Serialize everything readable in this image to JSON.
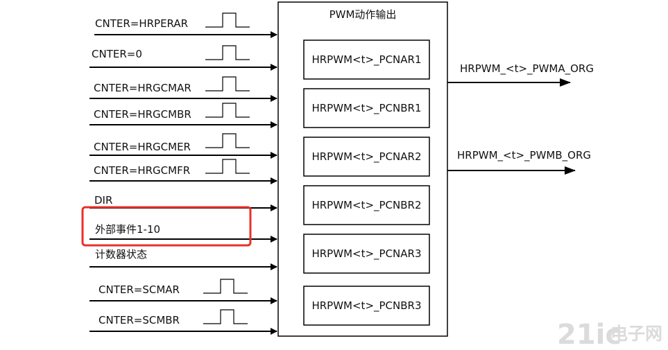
{
  "title": "PWM动作输出",
  "inputs": [
    {
      "label": "CNTER=HRPERAR",
      "pulse": true
    },
    {
      "label": "CNTER=0",
      "pulse": true
    },
    {
      "label": "CNTER=HRGCMAR",
      "pulse": true
    },
    {
      "label": "CNTER=HRGCMBR",
      "pulse": true
    },
    {
      "label": "CNTER=HRGCMER",
      "pulse": true
    },
    {
      "label": "CNTER=HRGCMFR",
      "pulse": true
    },
    {
      "label": "DIR",
      "pulse": false
    },
    {
      "label": "外部事件1-10",
      "pulse": false
    },
    {
      "label": "计数器状态",
      "pulse": false
    },
    {
      "label": "CNTER=SCMAR",
      "pulse": true
    },
    {
      "label": "CNTER=SCMBR",
      "pulse": true
    }
  ],
  "registers": [
    "HRPWM<t>_PCNAR1",
    "HRPWM<t>_PCNBR1",
    "HRPWM<t>_PCNAR2",
    "HRPWM<t>_PCNBR2",
    "HRPWM<t>_PCNAR3",
    "HRPWM<t>_PCNBR3"
  ],
  "outputs": [
    "HRPWM_<t>_PWMA_ORG",
    "HRPWM_<t>_PWMB_ORG"
  ],
  "highlight": {
    "target": "外部事件1-10",
    "color": "#e8302a"
  },
  "watermark": {
    "brand": "21ic",
    "site": "电子网",
    "color": "#d5d5d5"
  }
}
